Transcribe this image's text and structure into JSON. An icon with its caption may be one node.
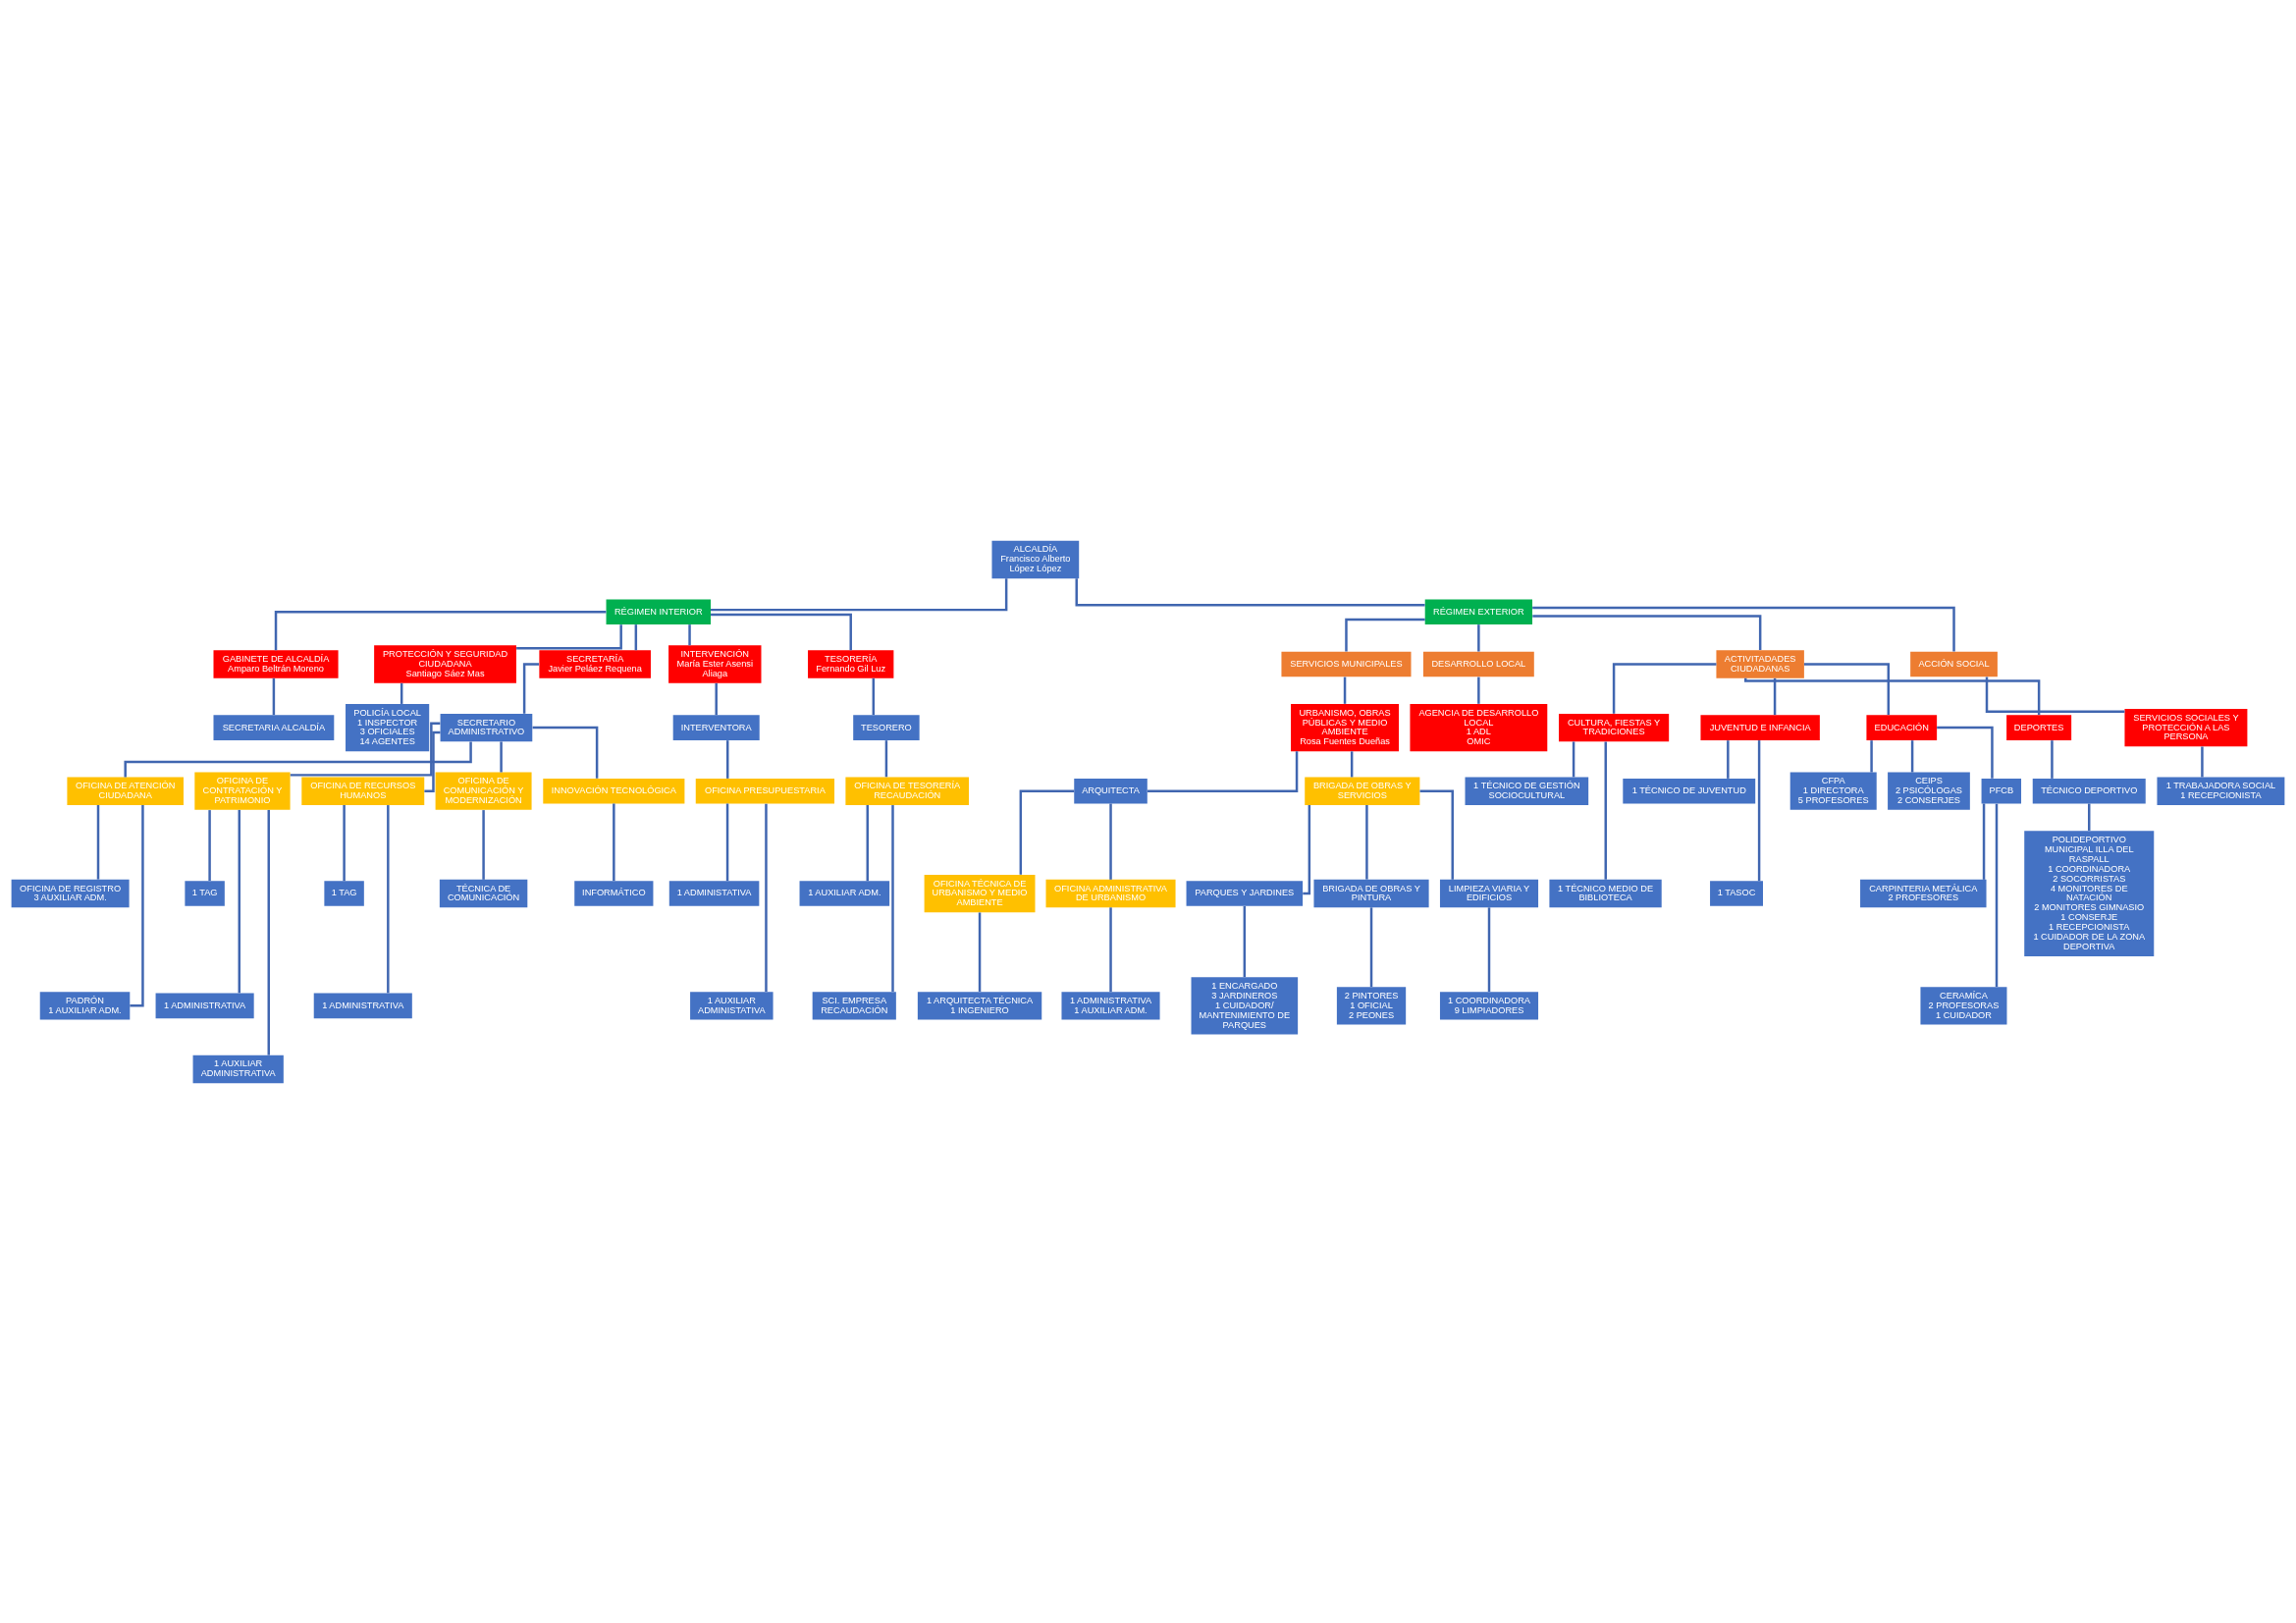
{
  "diagram": {
    "nodes": [
      {
        "text": [
          "ALCALDÍA",
          "Francisco Alberto López López"
        ]
      },
      {
        "text": [
          "RÉGIMEN INTERIOR"
        ]
      },
      {
        "text": [
          "RÉGIMEN EXTERIOR"
        ]
      },
      {
        "text": [
          "GABINETE DE ALCALDÍA",
          "Amparo Beltrán Moreno"
        ]
      },
      {
        "text": [
          "SECRETARIA ALCALDÍA"
        ]
      },
      {
        "text": [
          "PROTECCIÓN Y SEGURIDAD CIUDADANA",
          "Santiago Sáez Mas"
        ]
      },
      {
        "text": [
          "POLICÍA LOCAL",
          "1 INSPECTOR",
          "3 OFICIALES",
          "14 AGENTES"
        ]
      },
      {
        "text": [
          "SECRETARÍA",
          "Javier Peláez Requena"
        ]
      },
      {
        "text": [
          "SECRETARIO ADMINISTRATIVO"
        ]
      },
      {
        "text": [
          "OFICINA DE ATENCIÓN CIUDADANA"
        ]
      },
      {
        "text": [
          "OFICINA DE REGISTRO",
          "3 AUXILIAR ADM."
        ]
      },
      {
        "text": [
          "PADRÓN",
          "1 AUXILIAR ADM."
        ]
      },
      {
        "text": [
          "OFICINA DE CONTRATACIÓN Y PATRIMONIO"
        ]
      },
      {
        "text": [
          "1 TAG"
        ]
      },
      {
        "text": [
          "1 ADMINISTRATIVA"
        ]
      },
      {
        "text": [
          "1 AUXILIAR ADMINISTRATIVA"
        ]
      },
      {
        "text": [
          "OFICINA DE RECURSOS HUMANOS"
        ]
      },
      {
        "text": [
          "1 TAG"
        ]
      },
      {
        "text": [
          "1 ADMINISTRATIVA"
        ]
      },
      {
        "text": [
          "OFICINA DE COMUNICACIÓN Y MODERNIZACIÓN"
        ]
      },
      {
        "text": [
          "TÉCNICA DE COMUNICACIÓN"
        ]
      },
      {
        "text": [
          "INNOVACIÓN TECNOLÓGICA"
        ]
      },
      {
        "text": [
          "INFORMÁTICO"
        ]
      },
      {
        "text": [
          "INTERVENCIÓN",
          "María Ester Asensi Aliaga"
        ]
      },
      {
        "text": [
          "INTERVENTORA"
        ]
      },
      {
        "text": [
          "OFICINA PRESUPUESTARIA"
        ]
      },
      {
        "text": [
          "1 ADMINISTATIVA"
        ]
      },
      {
        "text": [
          "1 AUXILIAR ADMINISTATIVA"
        ]
      },
      {
        "text": [
          "TESORERÍA",
          "Fernando Gil Luz"
        ]
      },
      {
        "text": [
          "TESORERO"
        ]
      },
      {
        "text": [
          "OFICINA DE TESORERÍA RECAUDACIÓN"
        ]
      },
      {
        "text": [
          "1 AUXILIAR ADM."
        ]
      },
      {
        "text": [
          "SCI. EMPRESA RECAUDACIÓN"
        ]
      },
      {
        "text": [
          "SERVICIOS MUNICIPALES"
        ]
      },
      {
        "text": [
          "URBANISMO, OBRAS PÚBLICAS Y MEDIO AMBIENTE",
          "Rosa Fuentes Dueñas"
        ]
      },
      {
        "text": [
          "ARQUITECTA"
        ]
      },
      {
        "text": [
          "OFICINA TÉCNICA DE URBANISMO Y MEDIO AMBIENTE"
        ]
      },
      {
        "text": [
          "1 ARQUITECTA TÉCNICA",
          "1 INGENIERO"
        ]
      },
      {
        "text": [
          "OFICINA ADMINISTRATIVA DE URBANISMO"
        ]
      },
      {
        "text": [
          "1 ADMINISTRATIVA",
          "1 AUXILIAR ADM."
        ]
      },
      {
        "text": [
          "BRIGADA DE OBRAS Y SERVICIOS"
        ]
      },
      {
        "text": [
          "PARQUES Y JARDINES"
        ]
      },
      {
        "text": [
          "1 ENCARGADO",
          "3 JARDINEROS",
          "1 CUIDADOR/ MANTENIMIENTO DE PARQUES"
        ]
      },
      {
        "text": [
          "BRIGADA DE OBRAS Y PINTURA"
        ]
      },
      {
        "text": [
          "2 PINTORES",
          "1 OFICIAL",
          "2 PEONES"
        ]
      },
      {
        "text": [
          "LIMPIEZA VIARIA Y EDIFICIOS"
        ]
      },
      {
        "text": [
          "1 COORDINADORA",
          "9 LIMPIADORES"
        ]
      },
      {
        "text": [
          "DESARROLLO LOCAL"
        ]
      },
      {
        "text": [
          "AGENCIA DE DESARROLLO LOCAL",
          "1 ADL",
          "OMIC"
        ]
      },
      {
        "text": [
          "ACTIVITADADES CIUDADANAS"
        ]
      },
      {
        "text": [
          "CULTURA, FIESTAS Y TRADICIONES"
        ]
      },
      {
        "text": [
          "1 TÉCNICO DE GESTIÓN SOCIOCULTURAL"
        ]
      },
      {
        "text": [
          "1 TÉCNICO MEDIO DE BIBLIOTECA"
        ]
      },
      {
        "text": [
          "JUVENTUD E INFANCIA"
        ]
      },
      {
        "text": [
          "1 TÉCNICO DE JUVENTUD"
        ]
      },
      {
        "text": [
          "1 TASOC"
        ]
      },
      {
        "text": [
          "EDUCACIÓN"
        ]
      },
      {
        "text": [
          "CFPA",
          "1 DIRECTORA",
          "5 PROFESORES"
        ]
      },
      {
        "text": [
          "CEIPS",
          "2 PSICÓLOGAS",
          "2 CONSERJES"
        ]
      },
      {
        "text": [
          "PFCB"
        ]
      },
      {
        "text": [
          "CARPINTERIA METÁLICA",
          "2 PROFESORES"
        ]
      },
      {
        "text": [
          "CERAMÍCA",
          "2 PROFESORAS",
          "1 CUIDADOR"
        ]
      },
      {
        "text": [
          "DEPORTES"
        ]
      },
      {
        "text": [
          "TÉCNICO DEPORTIVO"
        ]
      },
      {
        "text": [
          "POLIDEPORTIVO MUNICIPAL ILLA DEL RASPALL",
          "1 COORDINADORA",
          "2 SOCORRISTAS",
          "4 MONITORES DE NATACIÓN",
          "2 MONITORES GIMNASIO",
          "1 CONSERJE",
          "1 RECEPCIONISTA",
          "1 CUIDADOR DE LA ZONA DEPORTIVA"
        ]
      },
      {
        "text": [
          "ACCIÓN SOCIAL"
        ]
      },
      {
        "text": [
          "SERVICIOS SOCIALES Y PROTECCIÓN A LAS PERSONA"
        ]
      },
      {
        "text": [
          "1 TRABAJADORA SOCIAL",
          "1 RECEPCIONISTA"
        ]
      }
    ],
    "edges": [
      {
        "from": 0,
        "to": 1,
        "arrow": "none"
      },
      {
        "from": 0,
        "to": 2,
        "arrow": "none"
      },
      {
        "from": 1,
        "to": 3,
        "arrow": "none"
      },
      {
        "from": 1,
        "to": 5,
        "arrow": "none"
      },
      {
        "from": 1,
        "to": 7,
        "arrow": "none"
      },
      {
        "from": 1,
        "to": 23,
        "arrow": "none"
      },
      {
        "from": 1,
        "to": 28,
        "arrow": "none"
      },
      {
        "from": 3,
        "to": 4,
        "arrow": "none"
      },
      {
        "from": 5,
        "to": 6,
        "arrow": "none"
      },
      {
        "from": 7,
        "to": 8,
        "arrow": "none"
      },
      {
        "from": 8,
        "to": 9,
        "arrow": "none"
      },
      {
        "from": 8,
        "to": 12,
        "arrow": "none"
      },
      {
        "from": 8,
        "to": 16,
        "arrow": "none"
      },
      {
        "from": 8,
        "to": 19,
        "arrow": "none"
      },
      {
        "from": 8,
        "to": 21,
        "arrow": "none"
      },
      {
        "from": 9,
        "to": 10,
        "arrow": "none"
      },
      {
        "from": 9,
        "to": 11,
        "arrow": "none"
      },
      {
        "from": 12,
        "to": 13,
        "arrow": "none"
      },
      {
        "from": 12,
        "to": 14,
        "arrow": "none"
      },
      {
        "from": 12,
        "to": 15,
        "arrow": "none"
      },
      {
        "from": 16,
        "to": 17,
        "arrow": "none"
      },
      {
        "from": 16,
        "to": 18,
        "arrow": "none"
      },
      {
        "from": 19,
        "to": 20,
        "arrow": "none"
      },
      {
        "from": 21,
        "to": 22,
        "arrow": "none"
      },
      {
        "from": 23,
        "to": 24,
        "arrow": "none"
      },
      {
        "from": 24,
        "to": 25,
        "arrow": "none"
      },
      {
        "from": 25,
        "to": 26,
        "arrow": "none"
      },
      {
        "from": 25,
        "to": 27,
        "arrow": "none"
      },
      {
        "from": 28,
        "to": 29,
        "arrow": "none"
      },
      {
        "from": 29,
        "to": 30,
        "arrow": "none"
      },
      {
        "from": 30,
        "to": 31,
        "arrow": "none"
      },
      {
        "from": 30,
        "to": 32,
        "arrow": "none"
      },
      {
        "from": 2,
        "to": 33,
        "arrow": "none"
      },
      {
        "from": 2,
        "to": 47,
        "arrow": "none"
      },
      {
        "from": 2,
        "to": 49,
        "arrow": "none"
      },
      {
        "from": 2,
        "to": 65,
        "arrow": "none"
      },
      {
        "from": 33,
        "to": 34,
        "arrow": "none"
      },
      {
        "from": 34,
        "to": 35,
        "arrow": "none"
      },
      {
        "from": 34,
        "to": 40,
        "arrow": "none"
      },
      {
        "from": 35,
        "to": 36,
        "arrow": "none"
      },
      {
        "from": 35,
        "to": 38,
        "arrow": "none"
      },
      {
        "from": 36,
        "to": 37,
        "arrow": "none"
      },
      {
        "from": 38,
        "to": 39,
        "arrow": "none"
      },
      {
        "from": 40,
        "to": 41,
        "arrow": "none"
      },
      {
        "from": 40,
        "to": 43,
        "arrow": "none"
      },
      {
        "from": 40,
        "to": 45,
        "arrow": "none"
      },
      {
        "from": 41,
        "to": 42,
        "arrow": "none"
      },
      {
        "from": 43,
        "to": 44,
        "arrow": "none"
      },
      {
        "from": 45,
        "to": 46,
        "arrow": "none"
      },
      {
        "from": 47,
        "to": 48,
        "arrow": "none"
      },
      {
        "from": 49,
        "to": 50,
        "arrow": "none"
      },
      {
        "from": 49,
        "to": 53,
        "arrow": "none"
      },
      {
        "from": 49,
        "to": 56,
        "arrow": "none"
      },
      {
        "from": 49,
        "to": 62,
        "arrow": "none"
      },
      {
        "from": 50,
        "to": 51,
        "arrow": "none"
      },
      {
        "from": 50,
        "to": 52,
        "arrow": "none"
      },
      {
        "from": 53,
        "to": 54,
        "arrow": "none"
      },
      {
        "from": 53,
        "to": 55,
        "arrow": "none"
      },
      {
        "from": 56,
        "to": 57,
        "arrow": "none"
      },
      {
        "from": 56,
        "to": 58,
        "arrow": "none"
      },
      {
        "from": 56,
        "to": 59,
        "arrow": "none"
      },
      {
        "from": 59,
        "to": 60,
        "arrow": "none"
      },
      {
        "from": 59,
        "to": 61,
        "arrow": "none"
      },
      {
        "from": 62,
        "to": 63,
        "arrow": "none"
      },
      {
        "from": 63,
        "to": 64,
        "arrow": "none"
      },
      {
        "from": 65,
        "to": 66,
        "arrow": "none"
      },
      {
        "from": 66,
        "to": 67,
        "arrow": "none"
      }
    ]
  }
}
